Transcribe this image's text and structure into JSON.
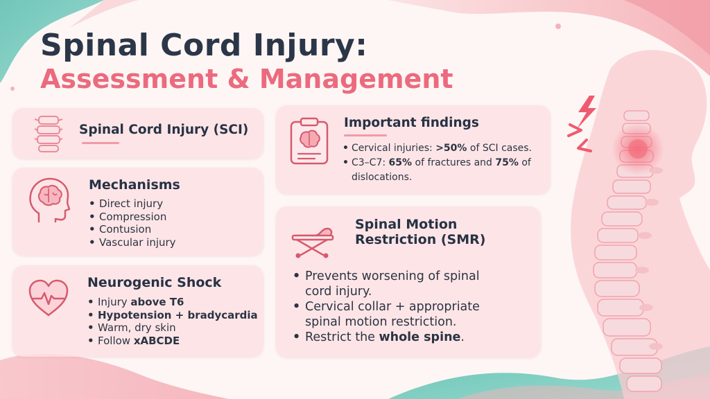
{
  "title": {
    "line1": "Spinal Cord Injury:",
    "line2": "Assessment & Management"
  },
  "colors": {
    "navy": "#2b3648",
    "accent_pink": "#ec6a7e",
    "card_bg": "#fce0e4",
    "teal": "#5fbfb1"
  },
  "cards": {
    "sci": {
      "title": "Spinal Cord Injury (SCI)",
      "icon": "vertebrae-icon"
    },
    "mechanisms": {
      "title": "Mechanisms",
      "icon": "brain-head-icon",
      "items": [
        "Direct injury",
        "Compression",
        "Contusion",
        "Vascular injury"
      ]
    },
    "neurogenic": {
      "title": "Neurogenic Shock",
      "icon": "heart-pulse-icon",
      "items": [
        {
          "pre": "Injury ",
          "bold": "above T6",
          "post": ""
        },
        {
          "pre": "",
          "bold": "Hypotension + bradycardia",
          "post": ""
        },
        {
          "pre": "Warm, dry skin",
          "bold": "",
          "post": ""
        },
        {
          "pre": "Follow ",
          "bold": "xABCDE",
          "post": ""
        }
      ]
    },
    "findings": {
      "title": "Important findings",
      "icon": "clipboard-brain-icon",
      "item1": {
        "pre": "Cervical injuries: ",
        "bold": ">50%",
        "post": " of SCI cases."
      },
      "item2": {
        "pre": "C3–C7: ",
        "bold1": "65%",
        "mid": " of fractures and ",
        "bold2": "75%",
        "post": " of",
        "cont": "dislocations."
      }
    },
    "smr": {
      "title_line1": "Spinal Motion",
      "title_line2": "Restriction (SMR)",
      "icon": "stretcher-icon",
      "item1": {
        "line1": "Prevents worsening of spinal",
        "line2": "cord injury."
      },
      "item2": {
        "line1": "Cervical collar + appropriate",
        "line2": "spinal motion restriction."
      },
      "item3": {
        "pre": "Restrict the ",
        "bold": "whole spine",
        "post": "."
      }
    }
  },
  "figure": {
    "icon": "head-and-spine-illustration",
    "pain_icon": "lightning-pain-icon"
  }
}
